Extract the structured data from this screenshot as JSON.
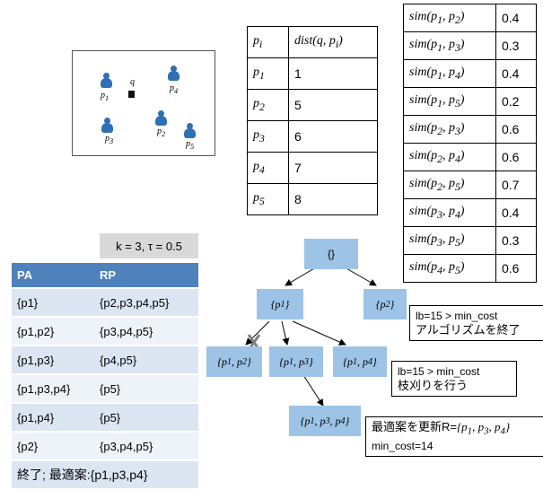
{
  "map": {
    "points": [
      "p1",
      "p2",
      "p3",
      "p4",
      "p5"
    ],
    "query_label": "q"
  },
  "distance_table": {
    "header": [
      "p_i",
      "dist(q, p_i)"
    ],
    "rows": [
      {
        "p": "p1",
        "dist": "1"
      },
      {
        "p": "p2",
        "dist": "5"
      },
      {
        "p": "p3",
        "dist": "6"
      },
      {
        "p": "p4",
        "dist": "7"
      },
      {
        "p": "p5",
        "dist": "8"
      }
    ]
  },
  "similarity_table": {
    "rows": [
      {
        "pair": "sim(p1, p2)",
        "value": "0.4"
      },
      {
        "pair": "sim(p1, p3)",
        "value": "0.3"
      },
      {
        "pair": "sim(p1, p4)",
        "value": "0.4"
      },
      {
        "pair": "sim(p1, p5)",
        "value": "0.2"
      },
      {
        "pair": "sim(p2, p3)",
        "value": "0.6"
      },
      {
        "pair": "sim(p2, p4)",
        "value": "0.6"
      },
      {
        "pair": "sim(p2, p5)",
        "value": "0.7"
      },
      {
        "pair": "sim(p3, p4)",
        "value": "0.4"
      },
      {
        "pair": "sim(p3, p5)",
        "value": "0.3"
      },
      {
        "pair": "sim(p4, p5)",
        "value": "0.6"
      }
    ]
  },
  "params": "k = 3, τ = 0.5",
  "pa_table": {
    "header": [
      "PA",
      "RP"
    ],
    "rows": [
      {
        "pa": "{p1}",
        "rp": "{p2,p3,p4,p5}"
      },
      {
        "pa": "{p1,p2}",
        "rp": "{p3,p4,p5}"
      },
      {
        "pa": "{p1,p3}",
        "rp": "{p4,p5}"
      },
      {
        "pa": "{p1,p3,p4}",
        "rp": "{p5}"
      },
      {
        "pa": "{p1,p4}",
        "rp": "{p5}"
      },
      {
        "pa": "{p2}",
        "rp": "{p3,p4,p5}"
      }
    ],
    "final": "終了; 最適案:{p1,p3,p4}"
  },
  "tree": {
    "root": "{}",
    "n_p1": "{p1}",
    "n_p2": "{p2}",
    "n_p1p2": "{p1, p2}",
    "n_p1p3": "{p1, p3}",
    "n_p1p4": "{p1, p4}",
    "n_p1p3p4": "{p1, p3, p4}",
    "note_terminate": {
      "line1": "lb=15 > min_cost",
      "line2": "アルゴリズムを終了"
    },
    "note_prune": {
      "line1": "lb=15 > min_cost",
      "line2": "枝刈りを行う"
    },
    "note_update": {
      "line1": "最適案を更新R={p1, p3, p4}",
      "line2": "min_cost=14"
    }
  },
  "colors": {
    "header_blue": "#4f81bd",
    "node_blue": "#9dc3e6",
    "row_light": "#dce6f2",
    "cross_gray": "#808080"
  }
}
